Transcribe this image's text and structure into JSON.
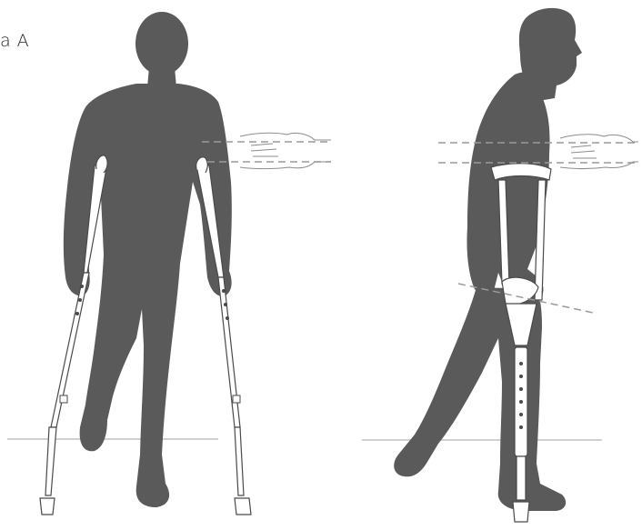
{
  "figure": {
    "label": "a A",
    "colors": {
      "silhouette": "#5a5a5a",
      "crutch_fill": "#ffffff",
      "crutch_stroke": "#4a4a4a",
      "guide_line": "#9a9a9a",
      "hand_outline": "#8c8c8c",
      "floor": "#b5b5b5"
    },
    "panels": [
      {
        "name": "front-view",
        "icon": "person-with-crutches-front"
      },
      {
        "name": "side-view",
        "icon": "person-with-crutches-side"
      }
    ]
  }
}
